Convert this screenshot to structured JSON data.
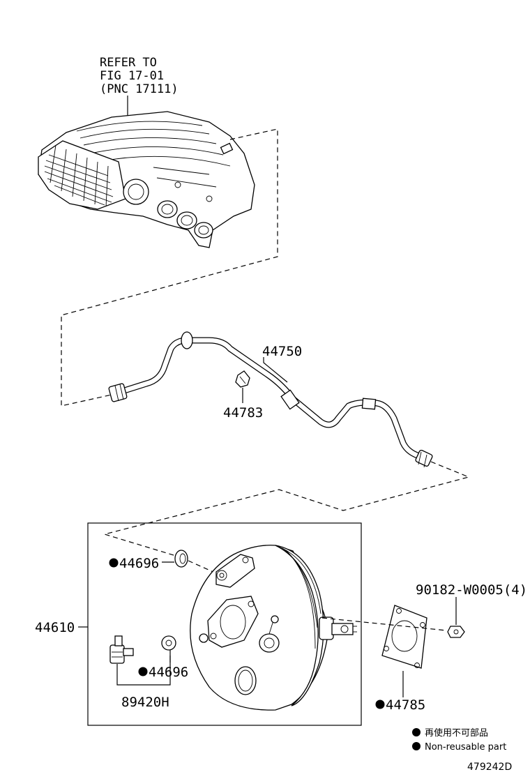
{
  "reference": {
    "line1": "REFER TO",
    "line2": "FIG 17-01",
    "line3": "(PNC 17111)"
  },
  "parts": {
    "hose": "44750",
    "clip": "44783",
    "grommet_top": "44696",
    "booster": "44610",
    "grommet_bottom": "44696",
    "valve": "89420H",
    "nut": "90182-W0005(4)",
    "gasket": "44785"
  },
  "legend": {
    "jp": "再使用不可部品",
    "en": "Non-reusable part"
  },
  "diagram_code": "479242D"
}
